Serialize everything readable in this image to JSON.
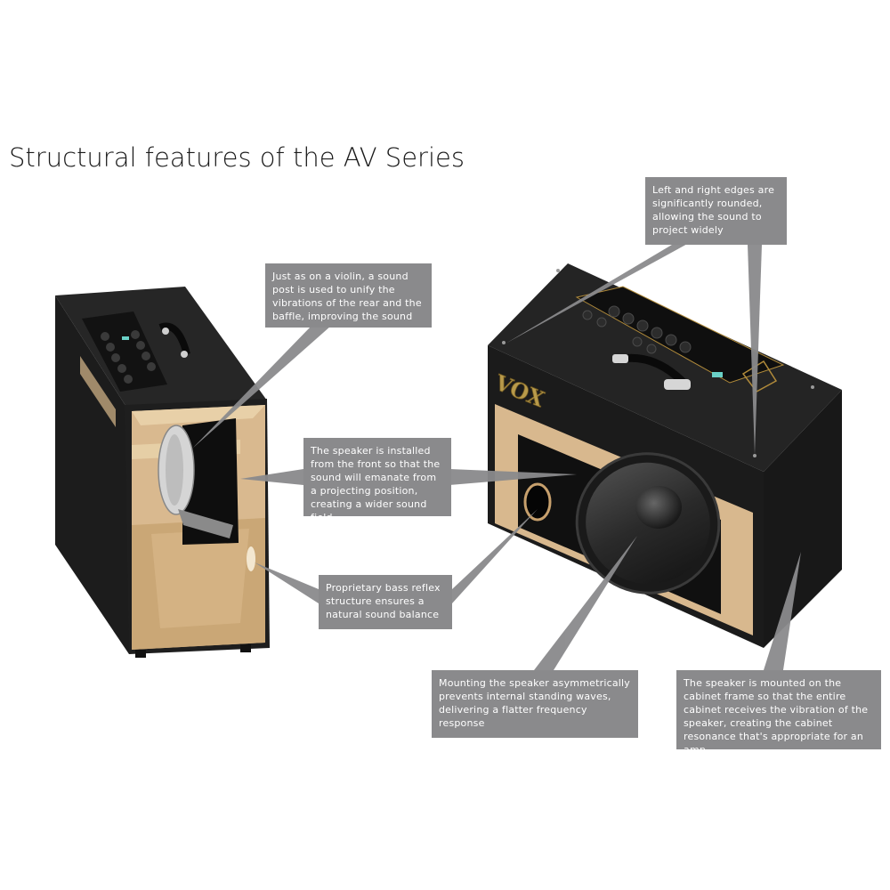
{
  "title": "Structural features of the AV Series",
  "brand_logo": "VOX",
  "callouts": {
    "edges": "Left and right edges are significantly rounded, allowing the sound to project widely",
    "sound_post": "Just as on a violin, a sound post is used to unify the vibrations of the rear and the baffle, improving the sound",
    "speaker_front": "The speaker is installed from the front so that the sound will emanate from a projecting position, creating a wider sound field",
    "bass_reflex": "Proprietary bass reflex structure ensures a natural sound balance",
    "asymmetric": "Mounting the speaker asymmetrically prevents internal standing waves, delivering a flatter frequency response",
    "cabinet_frame": "The speaker is mounted on the cabinet frame so that the entire cabinet receives the vibration of the speaker, creating the cabinet resonance that's appropriate for an amp"
  },
  "colors": {
    "callout_bg": "#8a8a8c",
    "tolex": "#1b1b1b",
    "wood": "#d9b98f",
    "grille_frame": "#d8b88e"
  }
}
